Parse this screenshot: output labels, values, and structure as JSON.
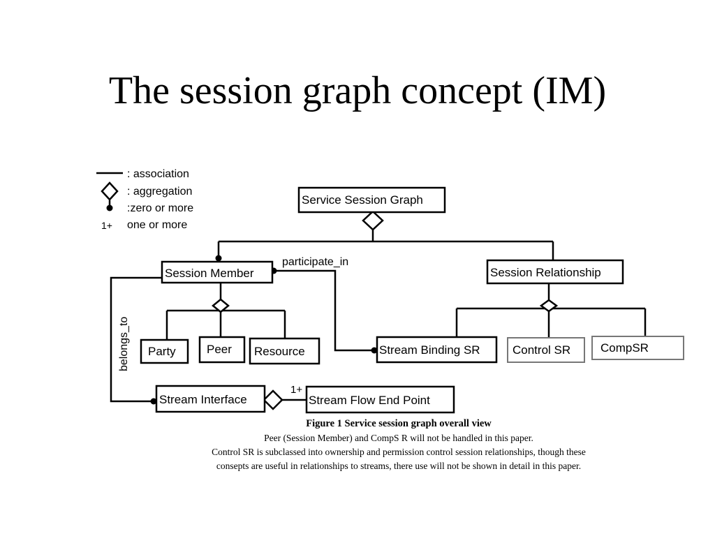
{
  "slide": {
    "title": "The session graph concept (IM)"
  },
  "legend": {
    "association": ": association",
    "aggregation": ": aggregation",
    "zero_or_more": ":zero or more",
    "one_or_more_symbol": "1+",
    "one_or_more": "one or more"
  },
  "nodes": {
    "service_session_graph": "Service Session Graph",
    "session_member": "Session Member",
    "session_relationship": "Session Relationship",
    "party": "Party",
    "peer": "Peer",
    "resource": "Resource",
    "stream_binding_sr": "Stream Binding SR",
    "control_sr": "Control SR",
    "comp_sr": "CompSR",
    "stream_interface": "Stream Interface",
    "stream_flow_end_point": "Stream Flow End Point"
  },
  "edges": {
    "participate_in": "participate_in",
    "belongs_to": "belongs_to",
    "multiplicity_one_or_more": "1+"
  },
  "caption": {
    "figure": "Figure 1  Service session graph overall view",
    "line1": "Peer (Session Member) and CompS R will not be handled in this paper.",
    "line2": "Control SR is subclassed into ownership and permission control session relationships, though these",
    "line3": "consepts are useful in relationships to streams, there use will not be shown in detail in this paper."
  }
}
